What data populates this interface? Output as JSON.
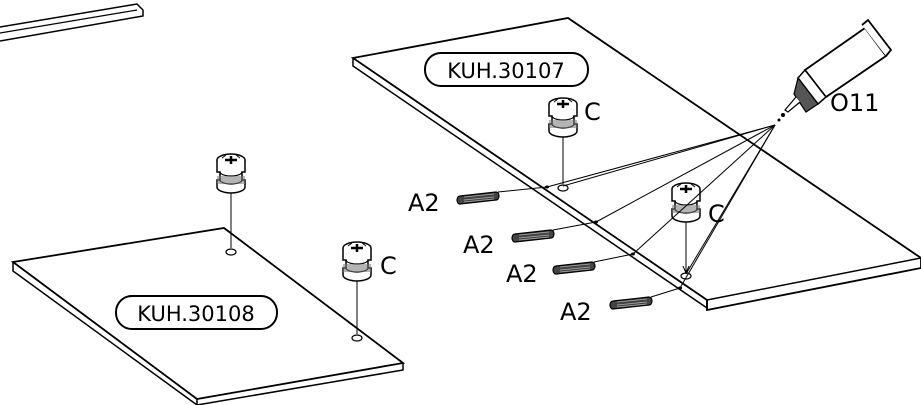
{
  "panels": {
    "top_right": {
      "code": "KUH.30107"
    },
    "bottom_left": {
      "code": "KUH.30108"
    }
  },
  "parts": {
    "cam_lock": "C",
    "dowel": "A2",
    "glue": "O11"
  },
  "counts": {
    "cam_locks": 4,
    "dowels": 4
  }
}
